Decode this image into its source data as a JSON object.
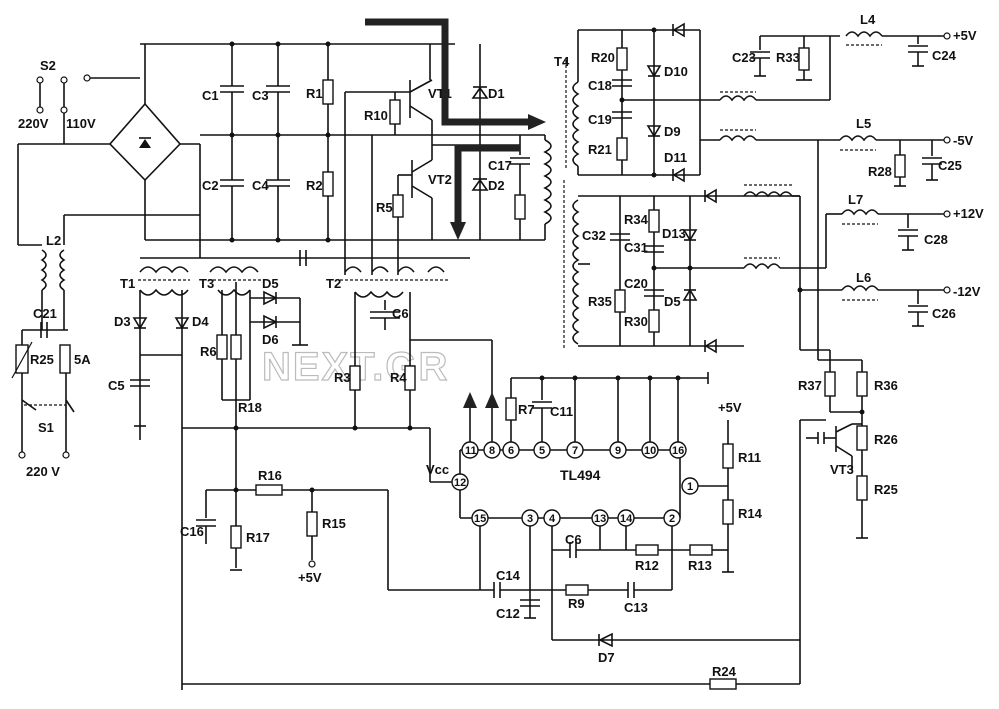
{
  "diagram": {
    "ic": {
      "name": "TL494",
      "vcc_label": "Vcc",
      "pins_top": [
        "11",
        "8",
        "6",
        "5",
        "7",
        "9",
        "10",
        "16"
      ],
      "pins_bottom": [
        "15",
        "3",
        "4",
        "13",
        "14",
        "2"
      ],
      "pin_left": "12",
      "pin_right": "1"
    },
    "inputs": {
      "switch_s2": "S2",
      "v220": "220V",
      "v110": "110V",
      "switch_s1": "S1",
      "mains": "220 V",
      "fuse": "5A"
    },
    "outputs": {
      "p5": "+5V",
      "m5": "-5V",
      "p12": "+12V",
      "m12": "-12V"
    },
    "supply_refs": {
      "r15_supply": "+5V",
      "r11_supply": "+5V"
    },
    "watermark": "NEXT.GR",
    "labels": {
      "c1": "C1",
      "c2": "C2",
      "c3": "C3",
      "c4": "C4",
      "r1": "R1",
      "r2": "R2",
      "r10": "R10",
      "vt1": "VT1",
      "d1": "D1",
      "r5": "R5",
      "vt2": "VT2",
      "d2": "D2",
      "c17": "C17",
      "l2": "L2",
      "c21": "C21",
      "r25a": "R25",
      "t1": "T1",
      "t3": "T3",
      "t2": "T2",
      "t4": "T4",
      "d3": "D3",
      "d4": "D4",
      "c5": "C5",
      "d5a": "D5",
      "d6": "D6",
      "r6": "R6",
      "r18": "R18",
      "c6a": "C6",
      "r3": "R3",
      "r4": "R4",
      "r7": "R7",
      "c11": "C11",
      "r16": "R16",
      "c16": "C16",
      "r17": "R17",
      "r15": "R15",
      "c14": "C14",
      "c12": "C12",
      "r9": "R9",
      "c13": "C13",
      "c6b": "C6",
      "r12": "R12",
      "r13": "R13",
      "r11": "R11",
      "r14": "R14",
      "d7": "D7",
      "r24": "R24",
      "r20": "R20",
      "c18": "C18",
      "c19": "C19",
      "r21": "R21",
      "d10": "D10",
      "d9": "D9",
      "d11": "D11",
      "c23": "C23",
      "r33": "R33",
      "l4": "L4",
      "c24": "C24",
      "l5": "L5",
      "r28": "R28",
      "c25": "C25",
      "c32": "C32",
      "r34": "R34",
      "c31": "C31",
      "d13": "D13",
      "c20": "C20",
      "r35": "R35",
      "r30": "R30",
      "d5b": "D5",
      "l7": "L7",
      "c28": "C28",
      "l6": "L6",
      "c26": "C26",
      "r37": "R37",
      "r36": "R36",
      "r26": "R26",
      "vt3": "VT3",
      "r25b": "R25"
    }
  }
}
